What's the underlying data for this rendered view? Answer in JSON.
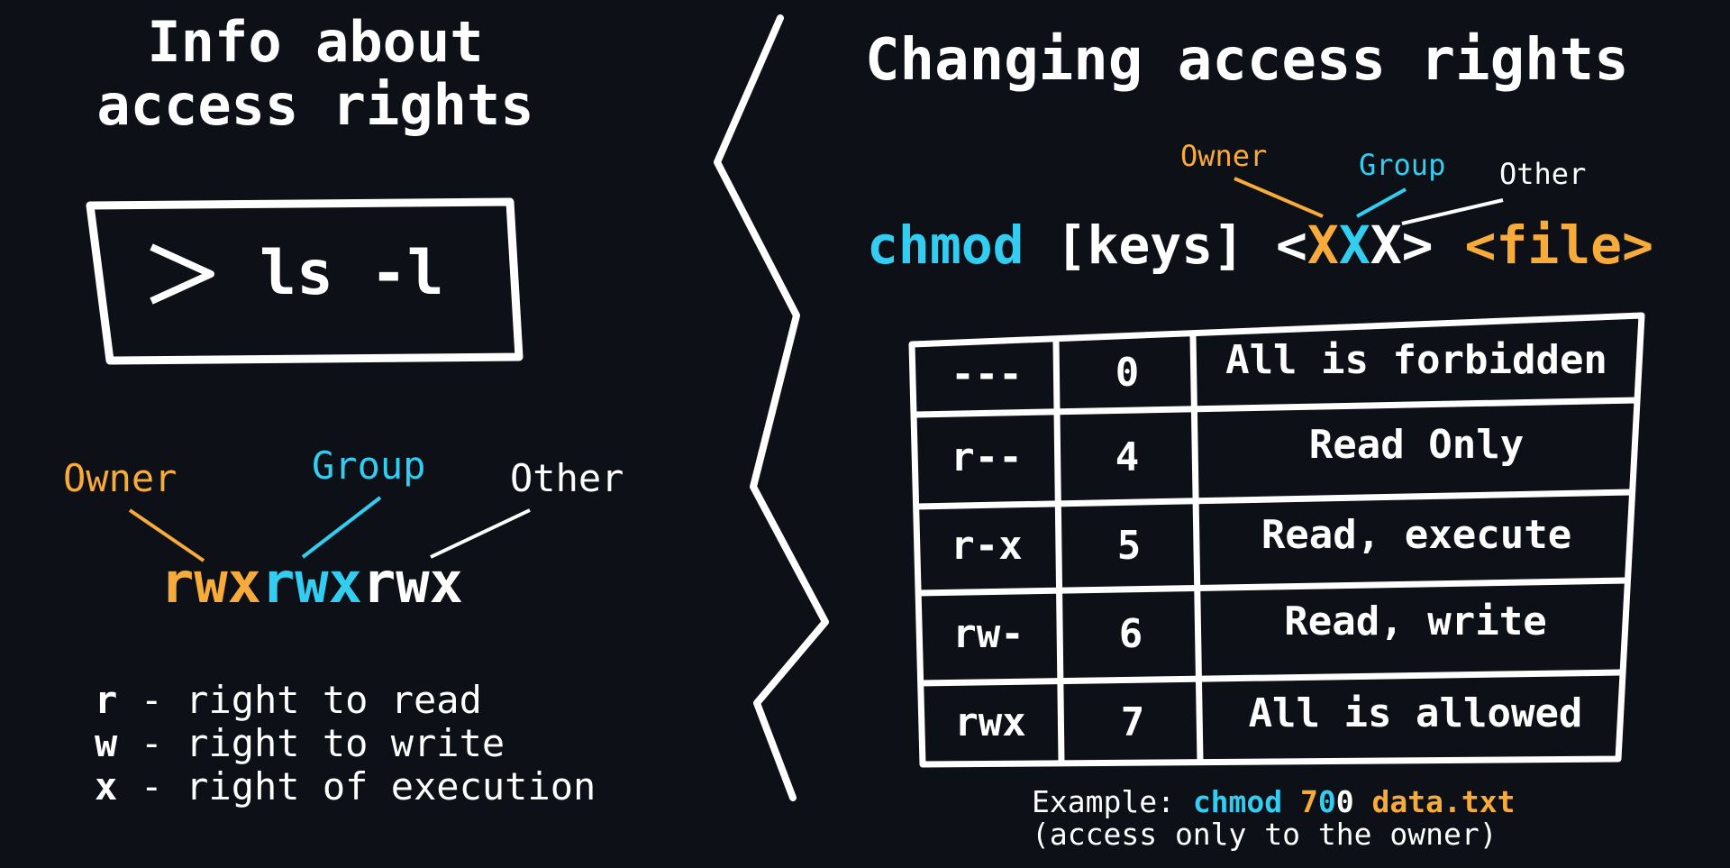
{
  "left": {
    "title_line1": "Info about",
    "title_line2": "access rights",
    "prompt_symbol": ">",
    "command": "ls -l",
    "labels": {
      "owner": "Owner",
      "group": "Group",
      "other": "Other"
    },
    "rwx": {
      "owner": "rwx",
      "group": "rwx",
      "other": "rwx"
    },
    "legend": [
      {
        "key": "r",
        "text": " - right to read"
      },
      {
        "key": "w",
        "text": " - right to write"
      },
      {
        "key": "x",
        "text": " - right of execution"
      }
    ]
  },
  "right": {
    "title": "Changing access rights",
    "labels": {
      "owner": "Owner",
      "group": "Group",
      "other": "Other"
    },
    "syntax": {
      "cmd": "chmod",
      "keys": " [keys] ",
      "open": "<",
      "x1": "X",
      "x2": "X",
      "x3": "X",
      "close": ">",
      "file": " <file>"
    },
    "table": [
      {
        "perm": "---",
        "num": "0",
        "desc": "All is forbidden"
      },
      {
        "perm": "r--",
        "num": "4",
        "desc": "Read Only"
      },
      {
        "perm": "r-x",
        "num": "5",
        "desc": "Read, execute"
      },
      {
        "perm": "rw-",
        "num": "6",
        "desc": "Read, write"
      },
      {
        "perm": "rwx",
        "num": "7",
        "desc": "All is allowed"
      }
    ],
    "example": {
      "prefix": "Example: ",
      "cmd": "chmod ",
      "d1": "7",
      "d2": "0",
      "d3": "0",
      "file": " data.txt",
      "note": "(access only to the owner)"
    }
  },
  "colors": {
    "background": "#0d1016",
    "owner": "#f6ab3b",
    "group": "#32cdf0",
    "other": "#ffffff"
  }
}
